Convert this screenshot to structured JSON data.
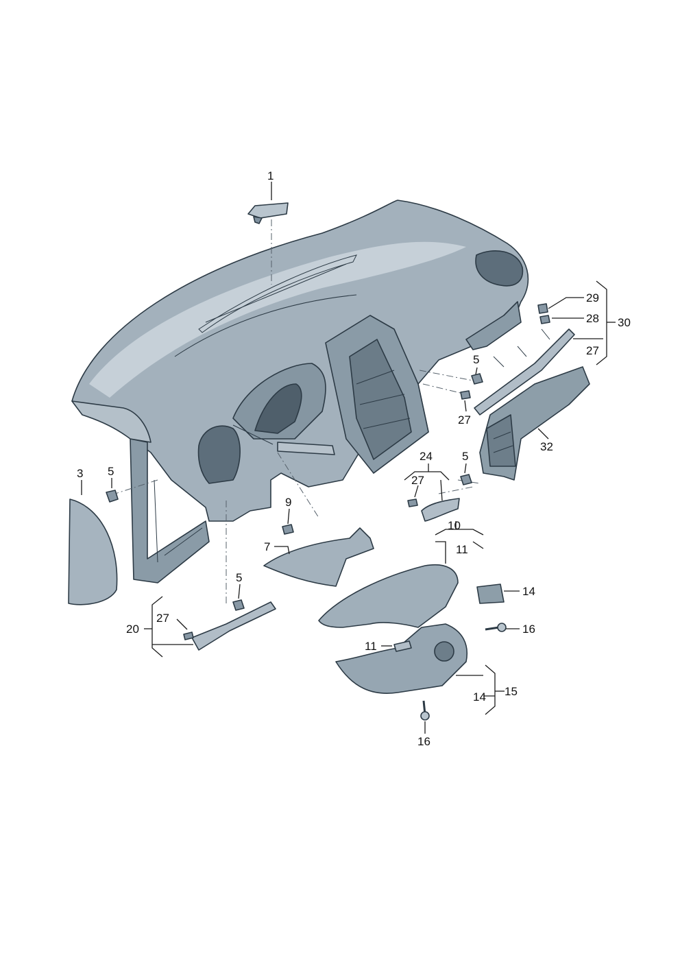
{
  "colors": {
    "part_fill": "#9aa9b4",
    "part_fill_light": "#c9d3db",
    "part_fill_dark": "#6e7f8c",
    "outline": "#2c3a45"
  },
  "labels": {
    "l1": "1",
    "l3": "3",
    "l5a": "5",
    "l5b": "5",
    "l5c": "5",
    "l5d": "5",
    "l7": "7",
    "l9": "9",
    "l10": "10",
    "l11a": "11",
    "l11b": "11",
    "l14a": "14",
    "l14b": "14",
    "l15": "15",
    "l16a": "16",
    "l16b": "16",
    "l20": "20",
    "l24": "24",
    "l27a": "27",
    "l27b": "27",
    "l27c": "27",
    "l27d": "27",
    "l28": "28",
    "l29": "29",
    "l30": "30",
    "l32": "32"
  }
}
